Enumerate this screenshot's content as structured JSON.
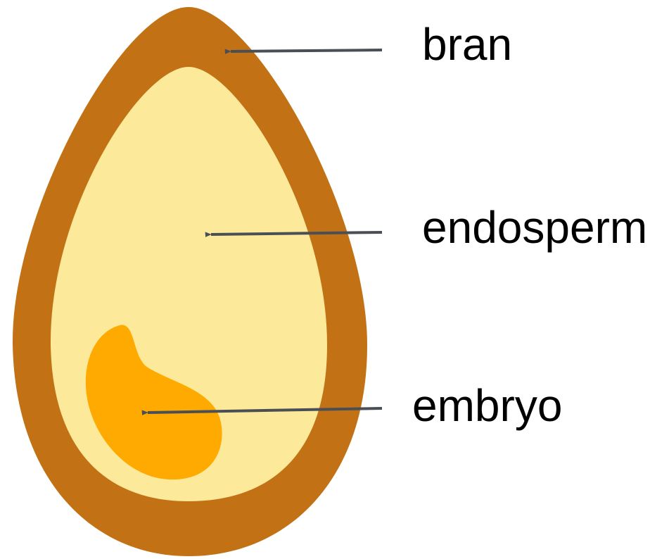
{
  "labels": {
    "bran": "bran",
    "endosperm": "endosperm",
    "embryo": "embryo"
  },
  "colors": {
    "bran": "#c27215",
    "endosperm": "#fde99a",
    "embryo": "#ffaa00",
    "arrow": "#4a4f55",
    "text": "#000000"
  }
}
